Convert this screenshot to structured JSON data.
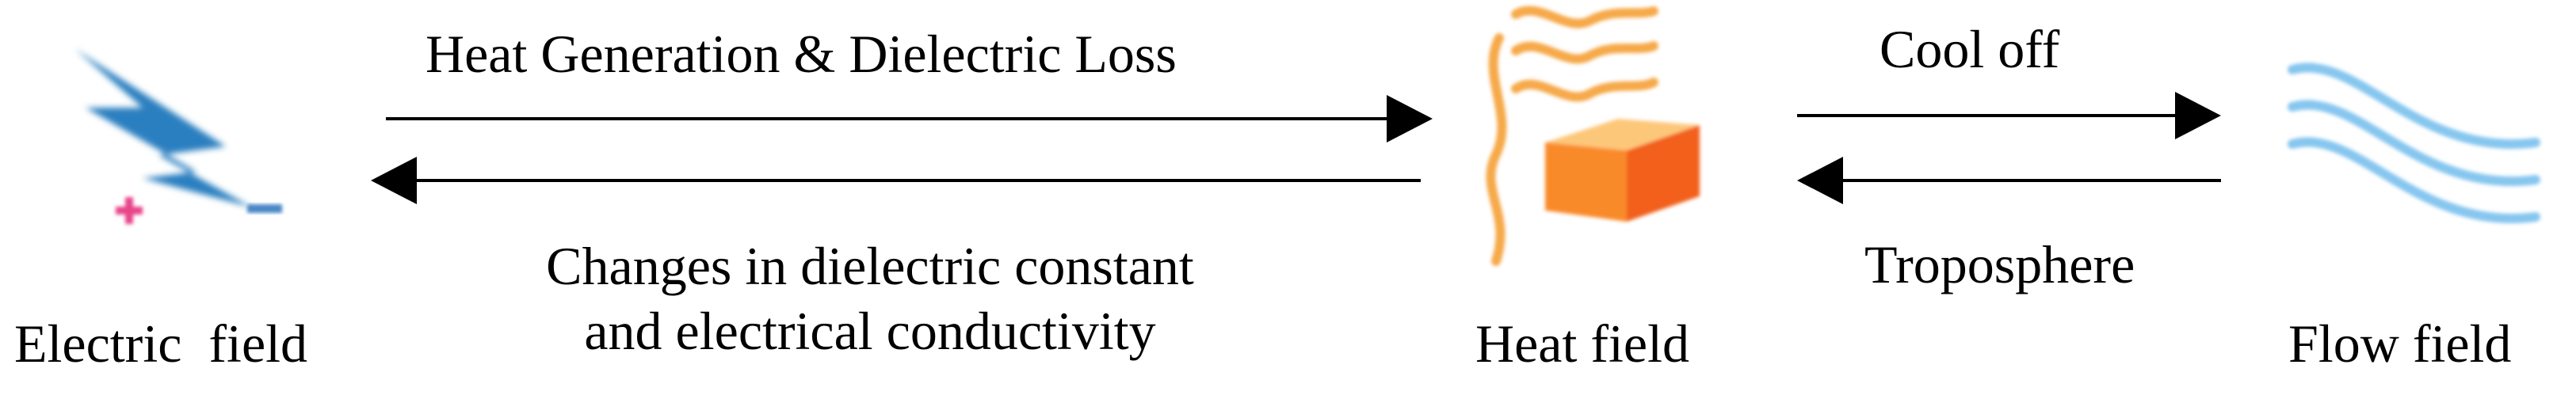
{
  "nodes": {
    "electric": {
      "label": "Electric  field",
      "icon": "lightning-bolt-icon"
    },
    "heat": {
      "label": "Heat field",
      "icon": "heated-block-icon"
    },
    "flow": {
      "label": "Flow field",
      "icon": "flow-waves-icon"
    }
  },
  "edges": {
    "electric_to_heat": {
      "label": "Heat Generation & Dielectric Loss"
    },
    "heat_to_electric": {
      "label_line1": "Changes in dielectric constant",
      "label_line2": "and electrical conductivity"
    },
    "heat_to_flow": {
      "label": "Cool off"
    },
    "flow_to_heat": {
      "label": "Troposphere"
    }
  },
  "colors": {
    "bolt": "#2a7fc0",
    "plus_sign": "#e8458a",
    "minus_sign": "#4a86c6",
    "heat_wave": "#f6a94a",
    "block_front": "#f98a2c",
    "block_top": "#fdc77a",
    "block_side": "#f2601a",
    "flow_wave": "#86c6ef",
    "arrow": "#000000"
  }
}
